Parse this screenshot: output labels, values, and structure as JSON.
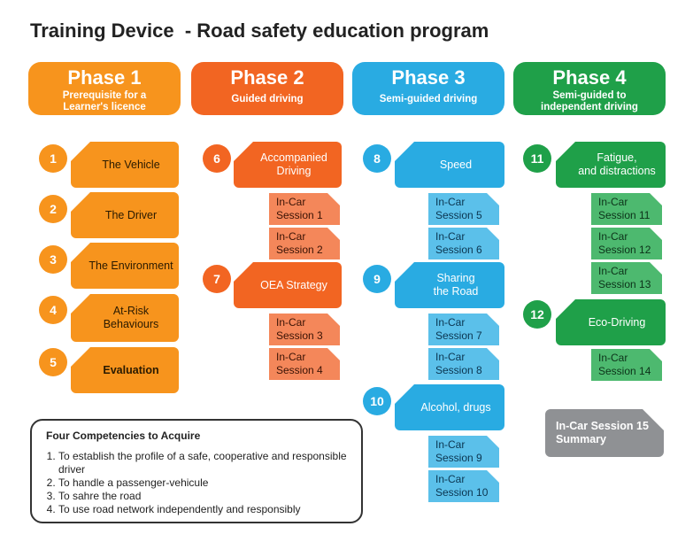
{
  "title": "Training Device  - Road safety education program",
  "colors": {
    "phase1": "#F7941D",
    "phase2": "#F26522",
    "phase3": "#29ABE2",
    "phase4": "#1FA049",
    "summary": "#8F9194"
  },
  "phases": [
    {
      "name": "Phase 1",
      "subtitle": "Prerequisite for a Learner's licence"
    },
    {
      "name": "Phase 2",
      "subtitle": "Guided driving"
    },
    {
      "name": "Phase 3",
      "subtitle": "Semi-guided driving"
    },
    {
      "name": "Phase 4",
      "subtitle": "Semi-guided to independent driving"
    }
  ],
  "topics": [
    {
      "num": "1",
      "label": "The Vehicle"
    },
    {
      "num": "2",
      "label": "The Driver"
    },
    {
      "num": "3",
      "label": "The Environment"
    },
    {
      "num": "4",
      "label": "At-Risk\nBehaviours"
    },
    {
      "num": "5",
      "label": "Evaluation"
    },
    {
      "num": "6",
      "label": "Accompanied\nDriving"
    },
    {
      "num": "7",
      "label": "OEA Strategy"
    },
    {
      "num": "8",
      "label": "Speed"
    },
    {
      "num": "9",
      "label": "Sharing\nthe Road"
    },
    {
      "num": "10",
      "label": "Alcohol, drugs"
    },
    {
      "num": "11",
      "label": "Fatigue,\nand distractions"
    },
    {
      "num": "12",
      "label": "Eco-Driving"
    }
  ],
  "sessions": [
    "In-Car\nSession 1",
    "In-Car\nSession 2",
    "In-Car\nSession 3",
    "In-Car\nSession 4",
    "In-Car\nSession 5",
    "In-Car\nSession 6",
    "In-Car\nSession 7",
    "In-Car\nSession 8",
    "In-Car\nSession 9",
    "In-Car\nSession 10",
    "In-Car\nSession 11",
    "In-Car\nSession 12",
    "In-Car\nSession 13",
    "In-Car\nSession 14"
  ],
  "summary": "In-Car Session 15\nSummary",
  "competencies": {
    "title": "Four Competencies to Acquire",
    "items": [
      "To establish the profile of a safe, cooperative and responsible driver",
      "To handle a passenger-vehicule",
      "To sahre the road",
      "To use road network independently and responsibly"
    ]
  }
}
